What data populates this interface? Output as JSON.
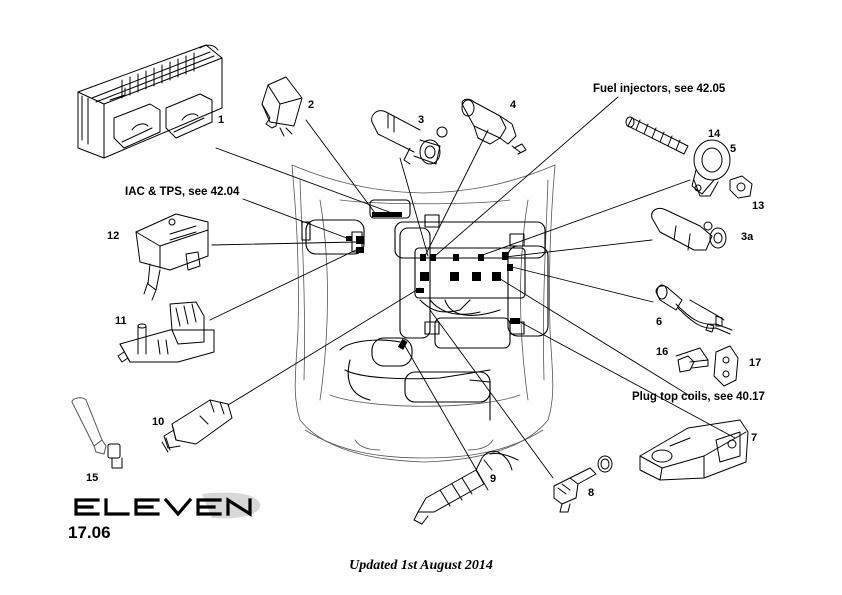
{
  "labels": {
    "p1": "1",
    "p2": "2",
    "p3": "3",
    "p3a": "3a",
    "p4": "4",
    "p5": "5",
    "p6": "6",
    "p7": "7",
    "p8": "8",
    "p9": "9",
    "p10": "10",
    "p11": "11",
    "p12": "12",
    "p13": "13",
    "p14": "14",
    "p15": "15",
    "p16": "16",
    "p17": "17"
  },
  "notes": {
    "fuel_injectors": "Fuel injectors, see 42.05",
    "iac_tps": "IAC & TPS, see 42.04",
    "plug_top_coils": "Plug top coils, see 40.17"
  },
  "logo_text": "ELEVEN",
  "page_number": "17.06",
  "updated": "Updated 1st August 2014"
}
